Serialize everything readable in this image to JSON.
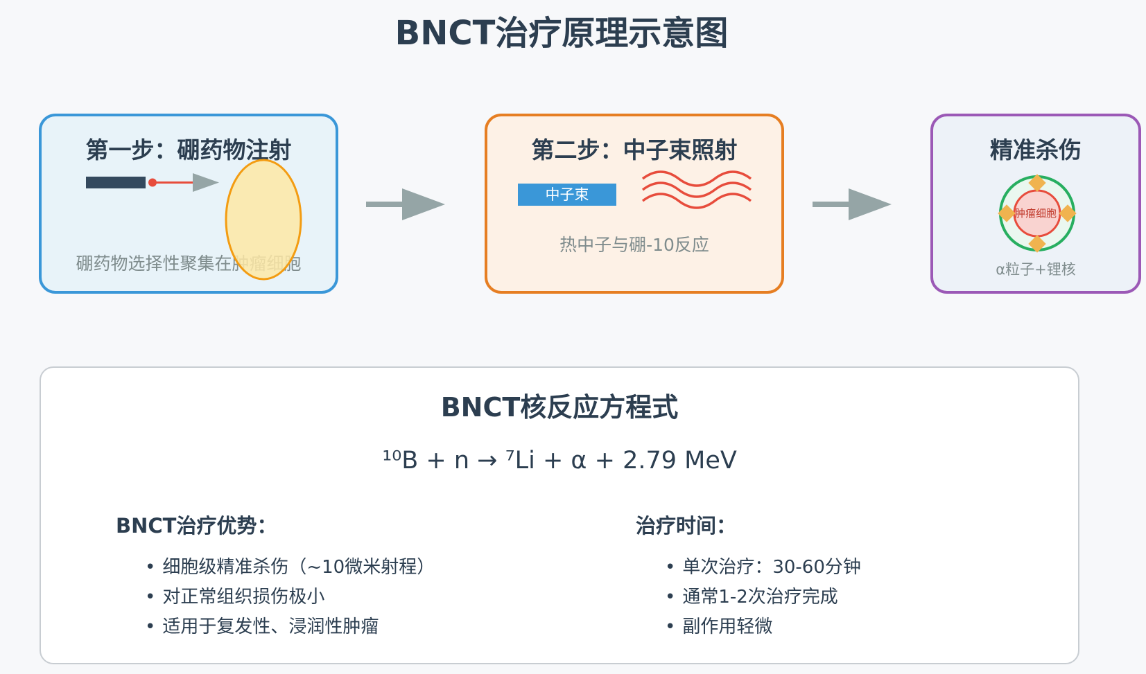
{
  "title": "BNCT治疗原理示意图",
  "steps": [
    {
      "title": "第一步：硼药物注射",
      "caption": "硼药物选择性聚集在肿瘤细胞",
      "border_color": "#3a97d8",
      "bg_color": "#e8f3f9"
    },
    {
      "title": "第二步：中子束照射",
      "beam_label": "中子束",
      "caption": "热中子与硼-10反应",
      "border_color": "#e67e22",
      "bg_color": "#fdf1e6"
    },
    {
      "title": "精准杀伤",
      "cell_label": "肿瘤细胞",
      "caption": "α粒子+锂核",
      "border_color": "#9b59b6",
      "bg_color": "#edf2f8"
    }
  ],
  "colors": {
    "syringe": "#34495e",
    "needle": "#e74c3c",
    "tumor_fill": "#fde8a6",
    "tumor_stroke": "#f39c12",
    "arrow": "#95a5a6",
    "beam": "#3a97d8",
    "wave": "#e74c3c",
    "ring": "#27ae60",
    "particle": "#f0b34f",
    "cell_fill": "#f9d3d0",
    "cell_stroke": "#e74c3c"
  },
  "equation_panel": {
    "title": "BNCT核反应方程式",
    "equation": "¹⁰B + n → ⁷Li + α + 2.79 MeV",
    "advantages": {
      "title": "BNCT治疗优势：",
      "items": [
        "细胞级精准杀伤（~10微米射程）",
        "对正常组织损伤极小",
        "适用于复发性、浸润性肿瘤"
      ]
    },
    "duration": {
      "title": "治疗时间：",
      "items": [
        "单次治疗：30-60分钟",
        "通常1-2次治疗完成",
        "副作用轻微"
      ]
    }
  }
}
